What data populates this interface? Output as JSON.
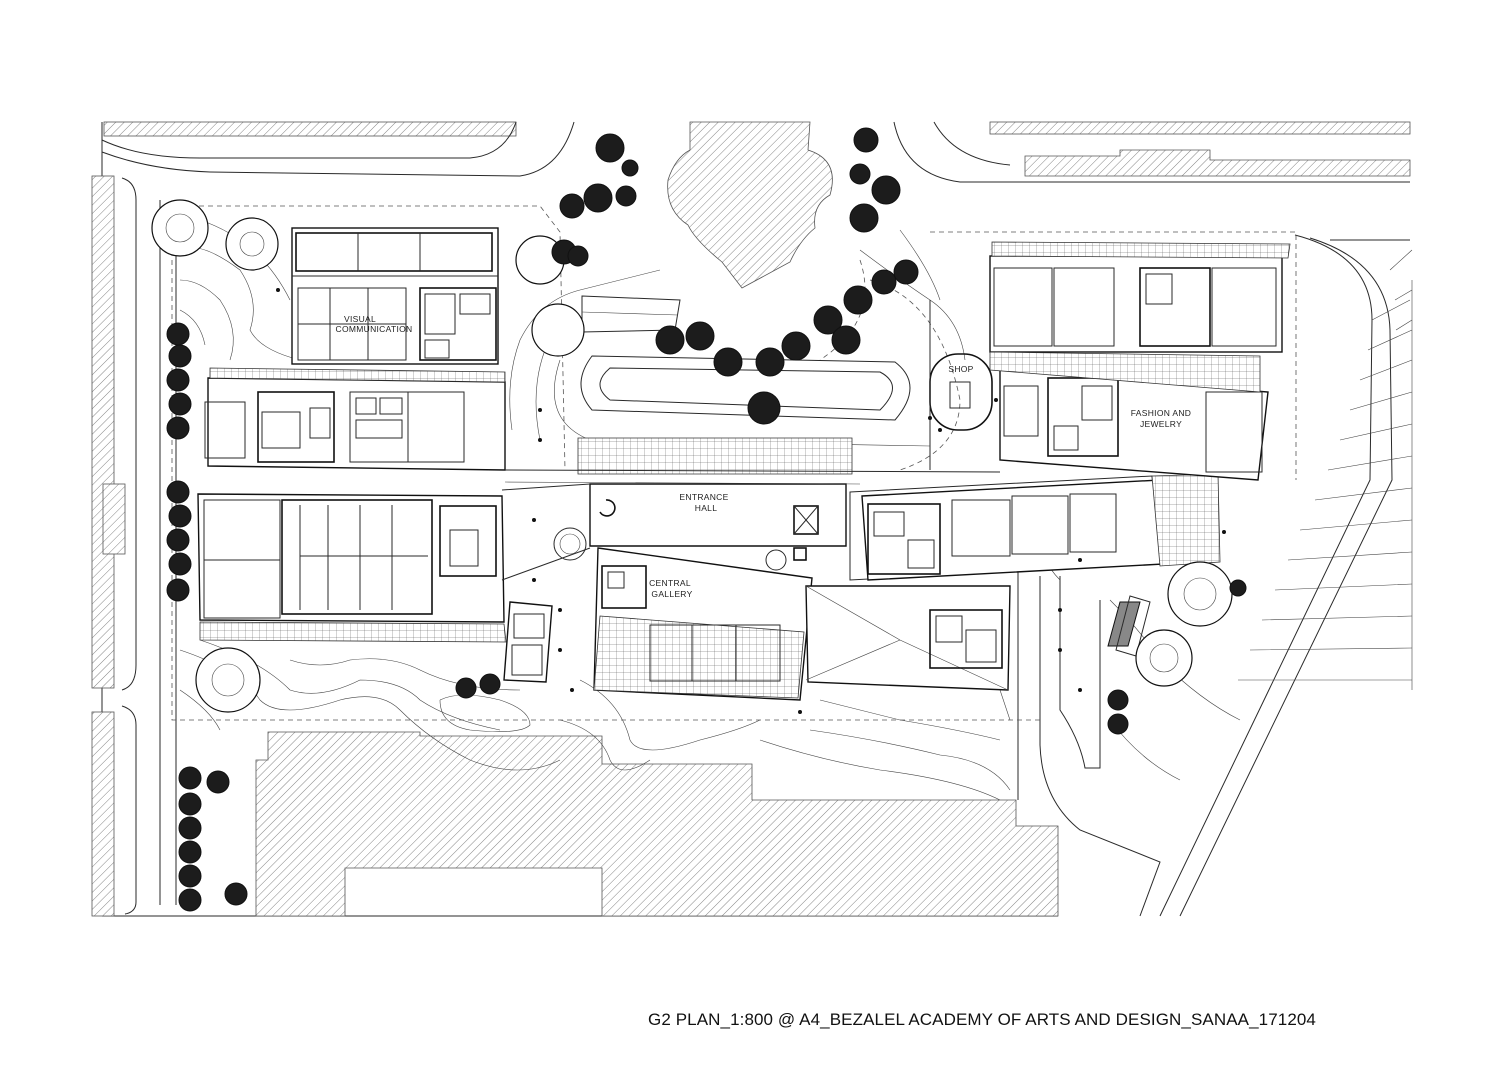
{
  "caption": "G2 PLAN_1:800 @ A4_BEZALEL ACADEMY OF ARTS AND DESIGN_SANAA_171204",
  "labels": {
    "visual_communication": [
      "VISUAL",
      "COMMUNICATION"
    ],
    "shop": "SHOP",
    "fashion_and_jewelry": [
      "FASHION AND",
      "JEWELRY"
    ],
    "entrance_hall": [
      "ENTRANCE",
      "HALL"
    ],
    "central_gallery": [
      "CENTRAL",
      "GALLERY"
    ]
  }
}
